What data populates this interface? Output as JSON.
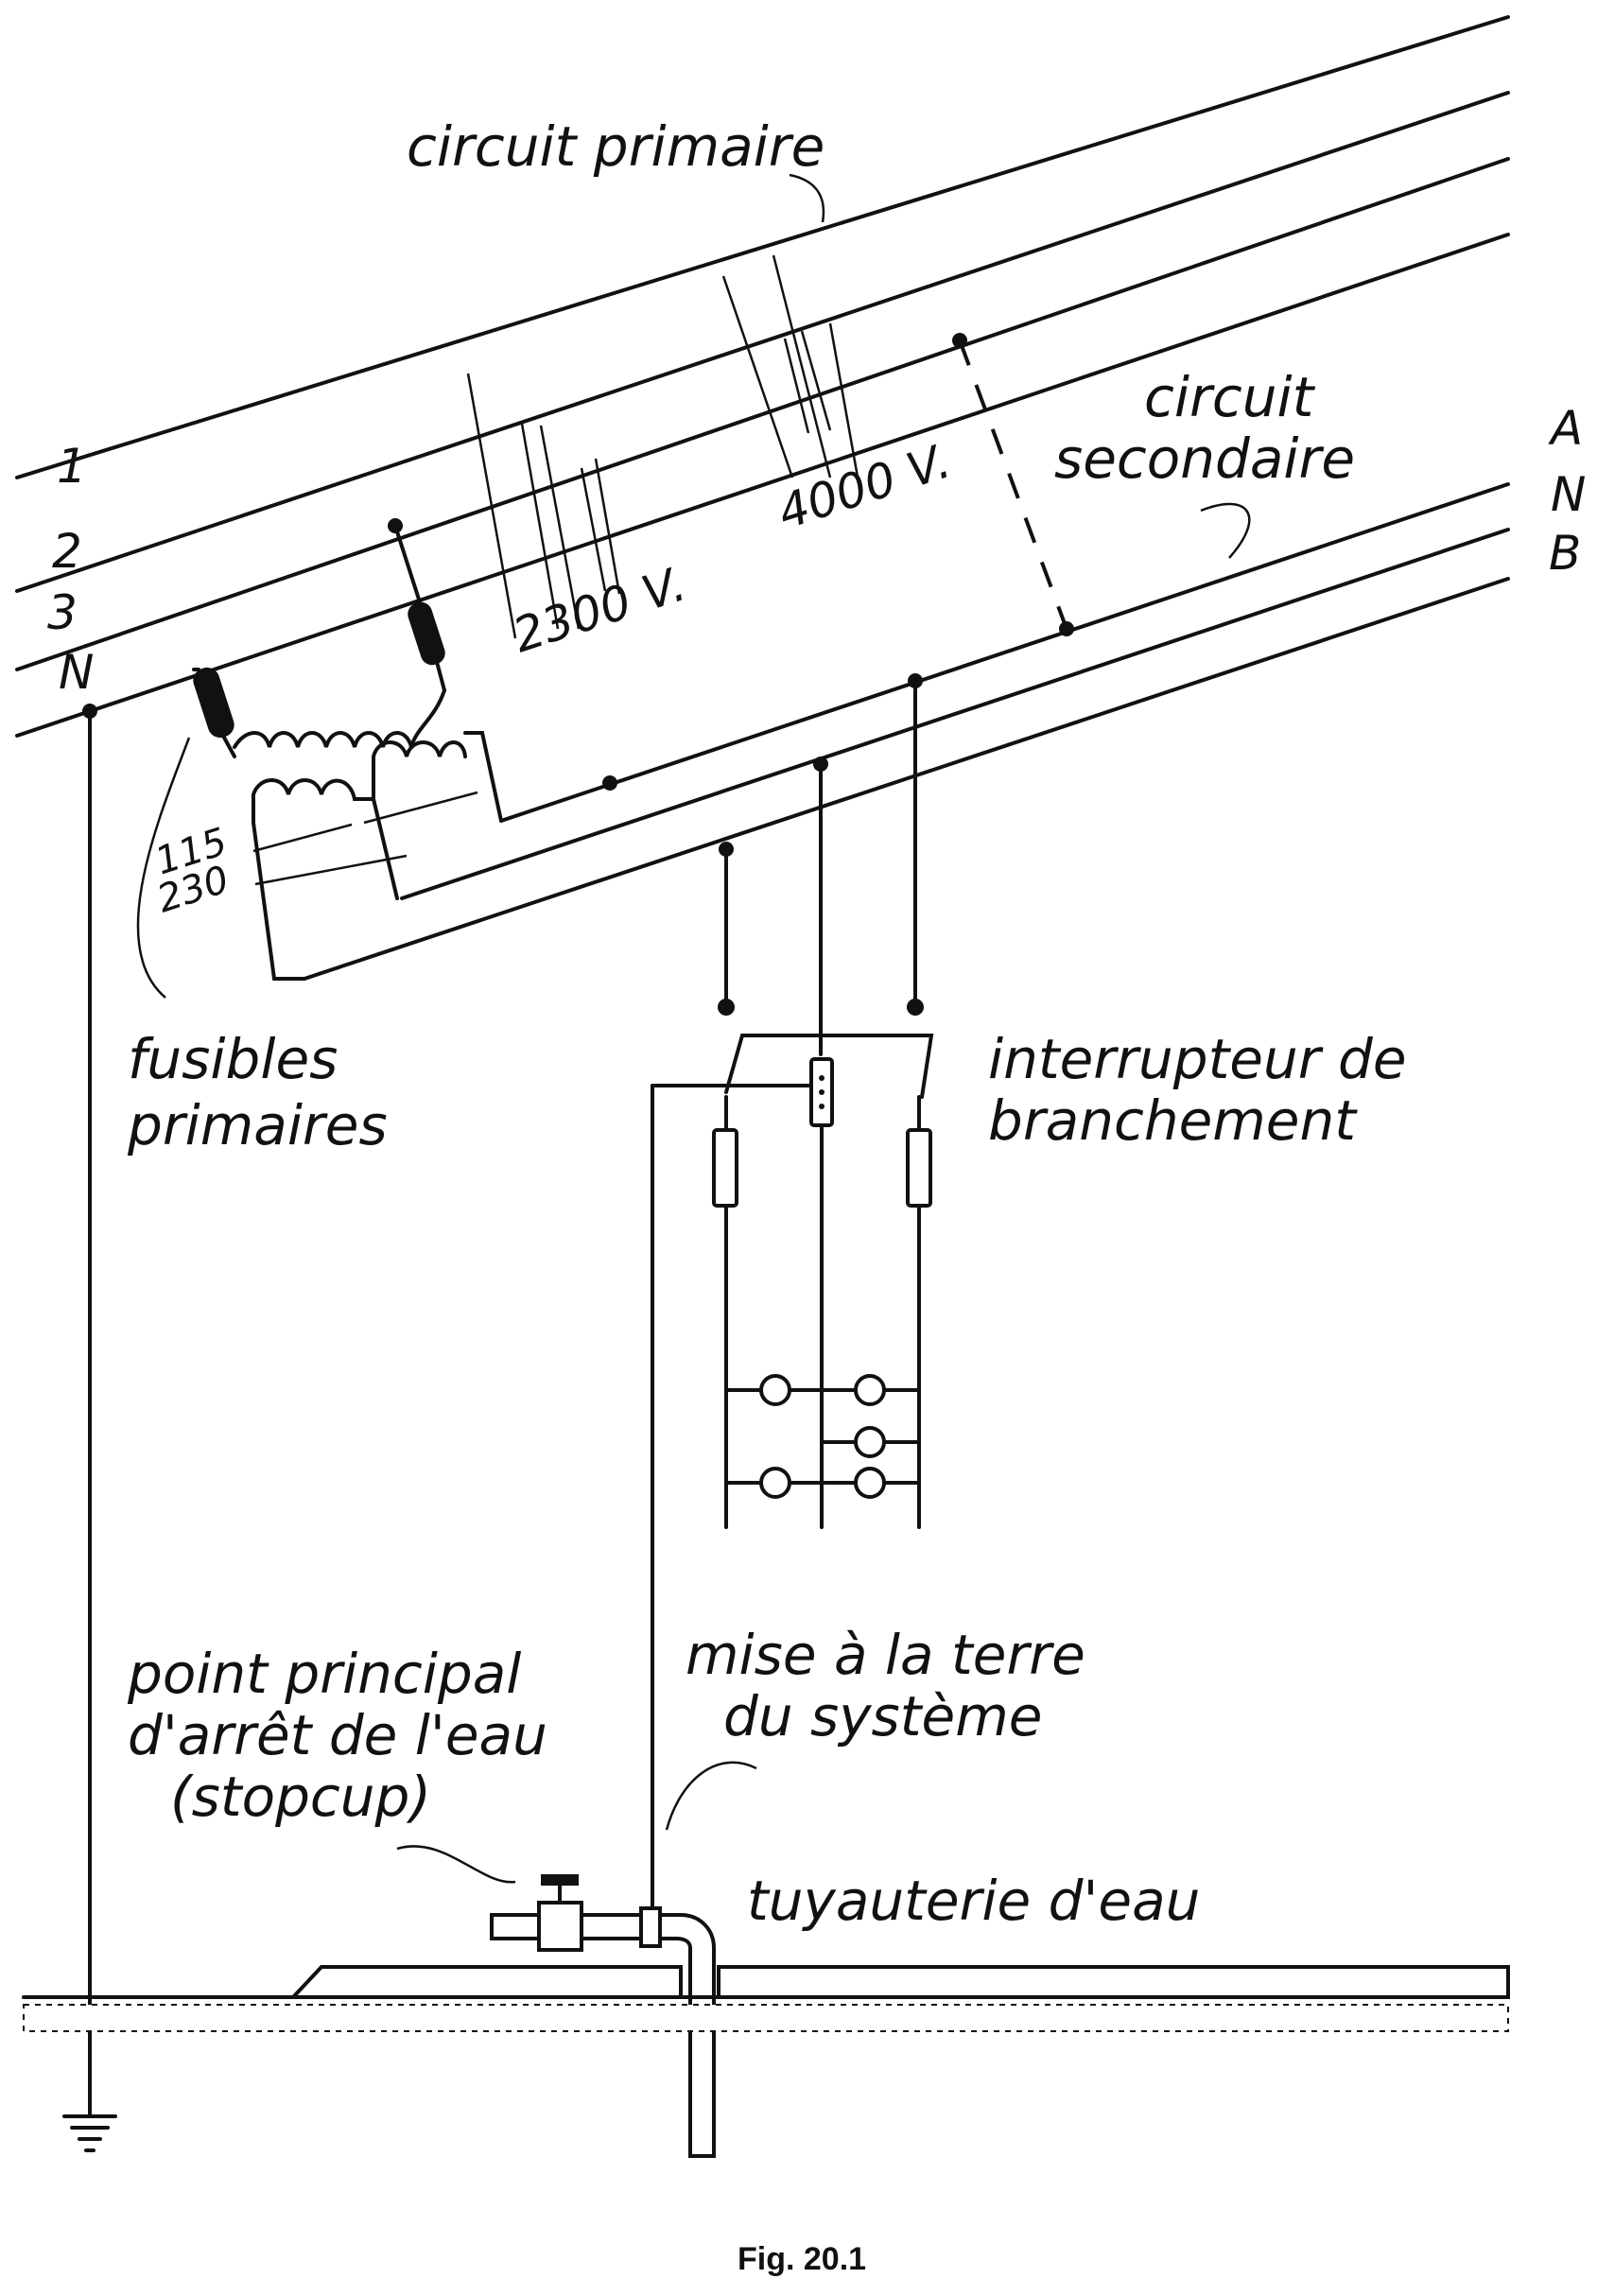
{
  "labels": {
    "primary_circuit": "circuit primaire",
    "secondary_circuit_line1": "circuit",
    "secondary_circuit_line2": "secondaire",
    "line_1": "1",
    "line_2": "2",
    "line_3": "3",
    "line_n_left": "N",
    "line_a": "A",
    "line_n_right": "N",
    "line_b": "B",
    "voltage_2300": "2300 V.",
    "voltage_4000": "4000 V.",
    "voltage_115": "115",
    "voltage_230": "230",
    "primary_fuses_line1": "fusibles",
    "primary_fuses_line2": "primaires",
    "service_switch_line1": "interrupteur de",
    "service_switch_line2": "branchement",
    "stopcock_line1": "point principal",
    "stopcock_line2": "d'arrêt de l'eau",
    "stopcock_line3": "(stopcup)",
    "system_ground_line1": "mise à la terre",
    "system_ground_line2": "du système",
    "water_piping": "tuyauterie d'eau",
    "caption": "Fig.  20.1"
  }
}
